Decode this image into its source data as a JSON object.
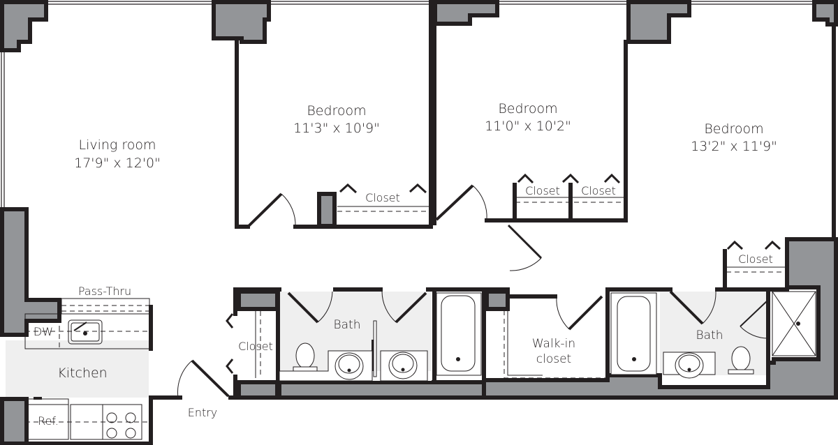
{
  "colors": {
    "wall": "#231f20",
    "column_fill": "#939598",
    "wet_area_fill": "#efefef",
    "background": "#ffffff",
    "text": "#231f20"
  },
  "rooms": {
    "living_room": {
      "name": "Living room",
      "dimensions": "17'9\" x 12'0\""
    },
    "bedroom_1": {
      "name": "Bedroom",
      "dimensions": "11'3\" x 10'9\""
    },
    "bedroom_2": {
      "name": "Bedroom",
      "dimensions": "11'0\" x 10'2\""
    },
    "bedroom_3": {
      "name": "Bedroom",
      "dimensions": "13'2\" x 11'9\""
    },
    "kitchen": {
      "name": "Kitchen"
    },
    "bath_1": {
      "name": "Bath"
    },
    "bath_2": {
      "name": "Bath"
    },
    "walk_in_closet": {
      "line1": "Walk-in",
      "line2": "closet"
    }
  },
  "closets": [
    {
      "label": "Closet"
    },
    {
      "label": "Closet"
    },
    {
      "label": "Closet"
    },
    {
      "label": "Closet"
    },
    {
      "label": "Closet"
    }
  ],
  "fixtures": {
    "pass_thru": "Pass-Thru",
    "dishwasher": "DW",
    "refrigerator": "Ref.",
    "entry": "Entry"
  }
}
